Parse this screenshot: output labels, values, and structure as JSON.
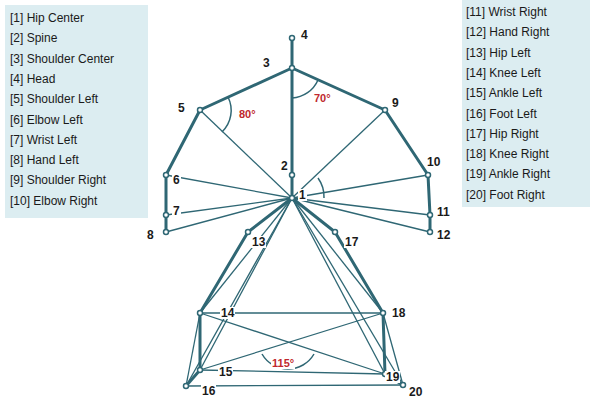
{
  "diagram": {
    "labels": [
      "[1] Hip Center",
      "[2] Spine",
      "[3] Shoulder Center",
      "[4] Head",
      "[5] Shoulder Left",
      "[6] Elbow Left",
      "[7] Wrist Left",
      "[8] Hand Left",
      "[9] Shoulder Right",
      "[10] Elbow Right",
      "[11] Wrist Right",
      "[12] Hand Right",
      "[13] Hip Left",
      "[14] Knee Left",
      "[15] Ankle Left",
      "[16] Foot Left",
      "[17] Hip Right",
      "[18] Knee Right",
      "[19] Ankle Right",
      "[20] Foot Right",
      "4",
      "3",
      "5",
      "80°",
      "70°",
      "9",
      "2",
      "10",
      "6",
      "1",
      "7",
      "11",
      "8",
      "12",
      "13",
      "17",
      "14",
      "18",
      "115°",
      "15",
      "19",
      "16",
      "20"
    ]
  }
}
